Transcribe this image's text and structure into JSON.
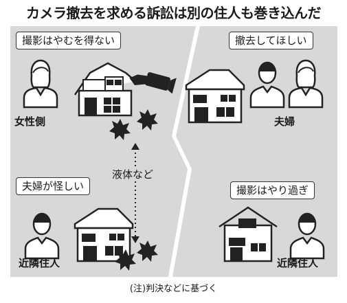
{
  "title": "カメラ撤去を求める訴訟は別の住人も巻き込んだ",
  "left": {
    "top_bubble": "撮影はやむを得ない",
    "woman_label": "女性側",
    "middle_text": "液体など",
    "bottom_bubble": "夫婦が怪しい",
    "neighbor_label": "近隣住人"
  },
  "right": {
    "top_bubble": "撤去してほしい",
    "couple_label": "夫婦",
    "bottom_bubble": "撮影はやり過ぎ",
    "neighbor_label": "近隣住人"
  },
  "note": "(注)判決などに基づく",
  "colors": {
    "panel": "#d8d8d8",
    "ink": "#1a1a1a",
    "fill": "#ffffff"
  }
}
